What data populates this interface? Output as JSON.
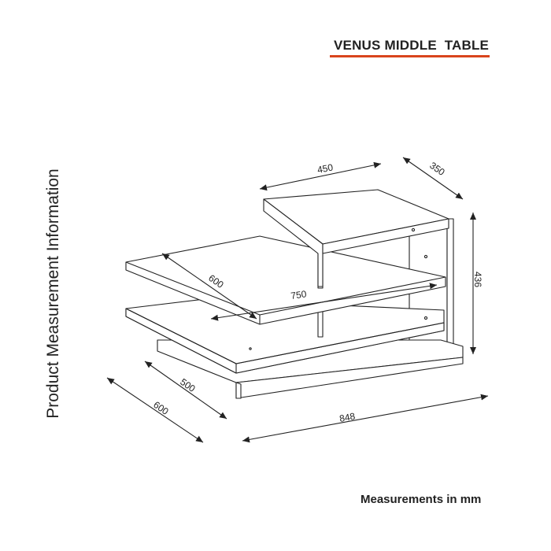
{
  "title": "VENUS MIDDLE  TABLE",
  "side_label": "Product Measurement Information",
  "footer_note": "Measurements in mm",
  "dimensions": {
    "top_width": "450",
    "top_depth": "350",
    "height": "436",
    "middle_depth": "600",
    "middle_width": "750",
    "base_depth_inner": "500",
    "base_depth_outer": "600",
    "total_width": "848"
  },
  "colors": {
    "accent": "#d9441c",
    "line": "#222222"
  }
}
